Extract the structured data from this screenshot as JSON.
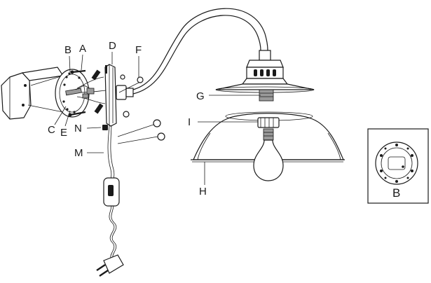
{
  "labels": {
    "A": "A",
    "B": "B",
    "C": "C",
    "D": "D",
    "E": "E",
    "F": "F",
    "G": "G",
    "H": "H",
    "I": "I",
    "M": "M",
    "N": "N"
  },
  "inset": {
    "label": "B"
  }
}
